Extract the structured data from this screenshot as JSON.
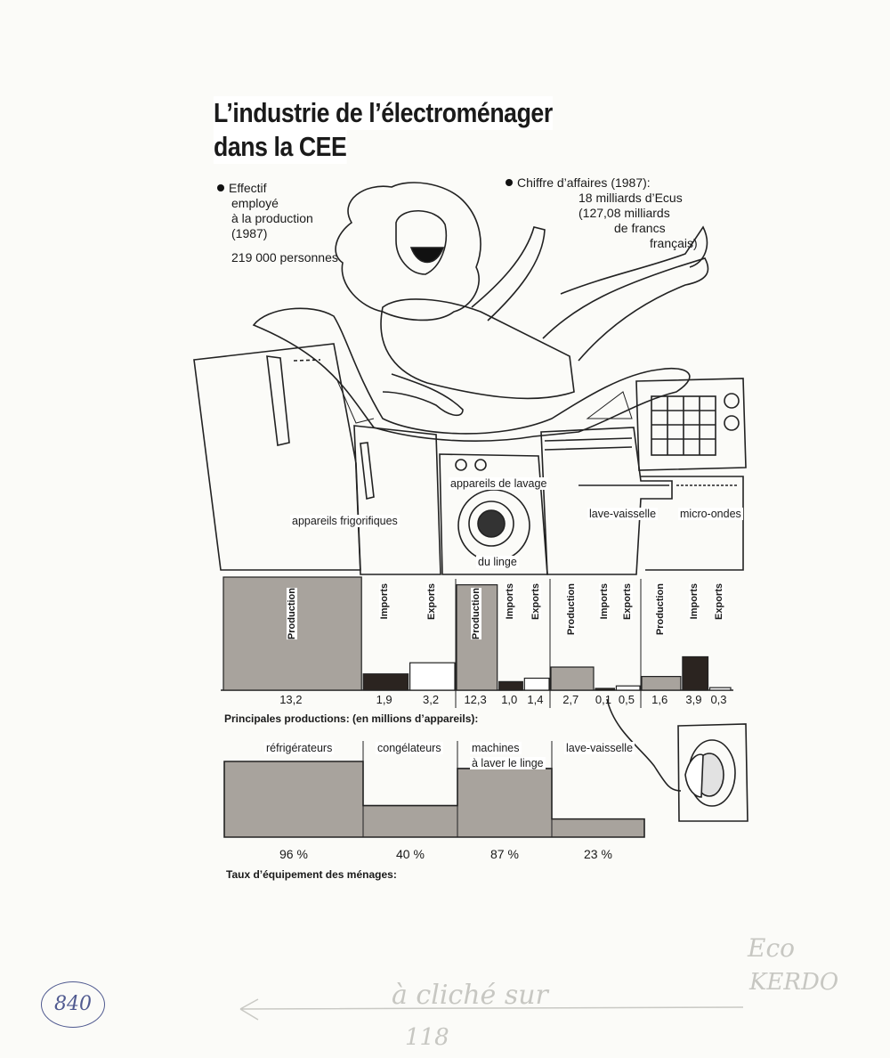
{
  "title_line1": "L’industrie de l’électroménager",
  "title_line2": "dans la CEE",
  "employment": {
    "lines": [
      "Effectif",
      "employé",
      "à la production",
      "(1987)"
    ],
    "value": "219 000 personnes"
  },
  "turnover": {
    "lines": [
      "Chiffre d’affaires (1987):",
      "18 milliards d’Ecus",
      "(127,08 milliards",
      "de francs",
      "français)"
    ]
  },
  "colors": {
    "bar_fill": "#a8a39d",
    "bar_dark": "#2b2420",
    "line": "#222222"
  },
  "chart_data": [
    {
      "type": "bar",
      "groups": [
        {
          "name": "appareils frigorifiques",
          "bars": [
            {
              "label": "Production",
              "value": 13.2,
              "value_text": "13,2"
            },
            {
              "label": "Imports",
              "value": 1.9,
              "value_text": "1,9"
            },
            {
              "label": "Exports",
              "value": 3.2,
              "value_text": "3,2"
            }
          ]
        },
        {
          "name_line1": "appareils de lavage",
          "name_line2": "du linge",
          "bars": [
            {
              "label": "Production",
              "value": 12.3,
              "value_text": "12,3"
            },
            {
              "label": "Imports",
              "value": 1.0,
              "value_text": "1,0"
            },
            {
              "label": "Exports",
              "value": 1.4,
              "value_text": "1,4"
            }
          ]
        },
        {
          "name": "lave-vaisselle",
          "bars": [
            {
              "label": "Production",
              "value": 2.7,
              "value_text": "2,7"
            },
            {
              "label": "Imports",
              "value": 0.1,
              "value_text": "0,1"
            },
            {
              "label": "Exports",
              "value": 0.5,
              "value_text": "0,5"
            }
          ]
        },
        {
          "name": "micro-ondes",
          "bars": [
            {
              "label": "Production",
              "value": 1.6,
              "value_text": "1,6"
            },
            {
              "label": "Imports",
              "value": 3.9,
              "value_text": "3,9"
            },
            {
              "label": "Exports",
              "value": 0.3,
              "value_text": "0,3"
            }
          ]
        }
      ],
      "caption": "Principales productions: (en millions d’appareils):"
    },
    {
      "type": "bar",
      "categories": [
        "réfrigérateurs",
        "congélateurs",
        "machines à laver le linge",
        "lave-vaisselle"
      ],
      "category_lines": [
        [
          "réfrigérateurs"
        ],
        [
          "congélateurs"
        ],
        [
          "machines",
          "à laver le linge"
        ],
        [
          "lave-vaisselle"
        ]
      ],
      "values": [
        96,
        40,
        87,
        23
      ],
      "value_texts": [
        "96 %",
        "40 %",
        "87 %",
        "23 %"
      ],
      "caption": "Taux d’équipement des ménages:"
    }
  ],
  "annotation_number": "840",
  "handwriting": [
    "à cliché sur",
    "118",
    "Eco",
    "KERDO"
  ]
}
